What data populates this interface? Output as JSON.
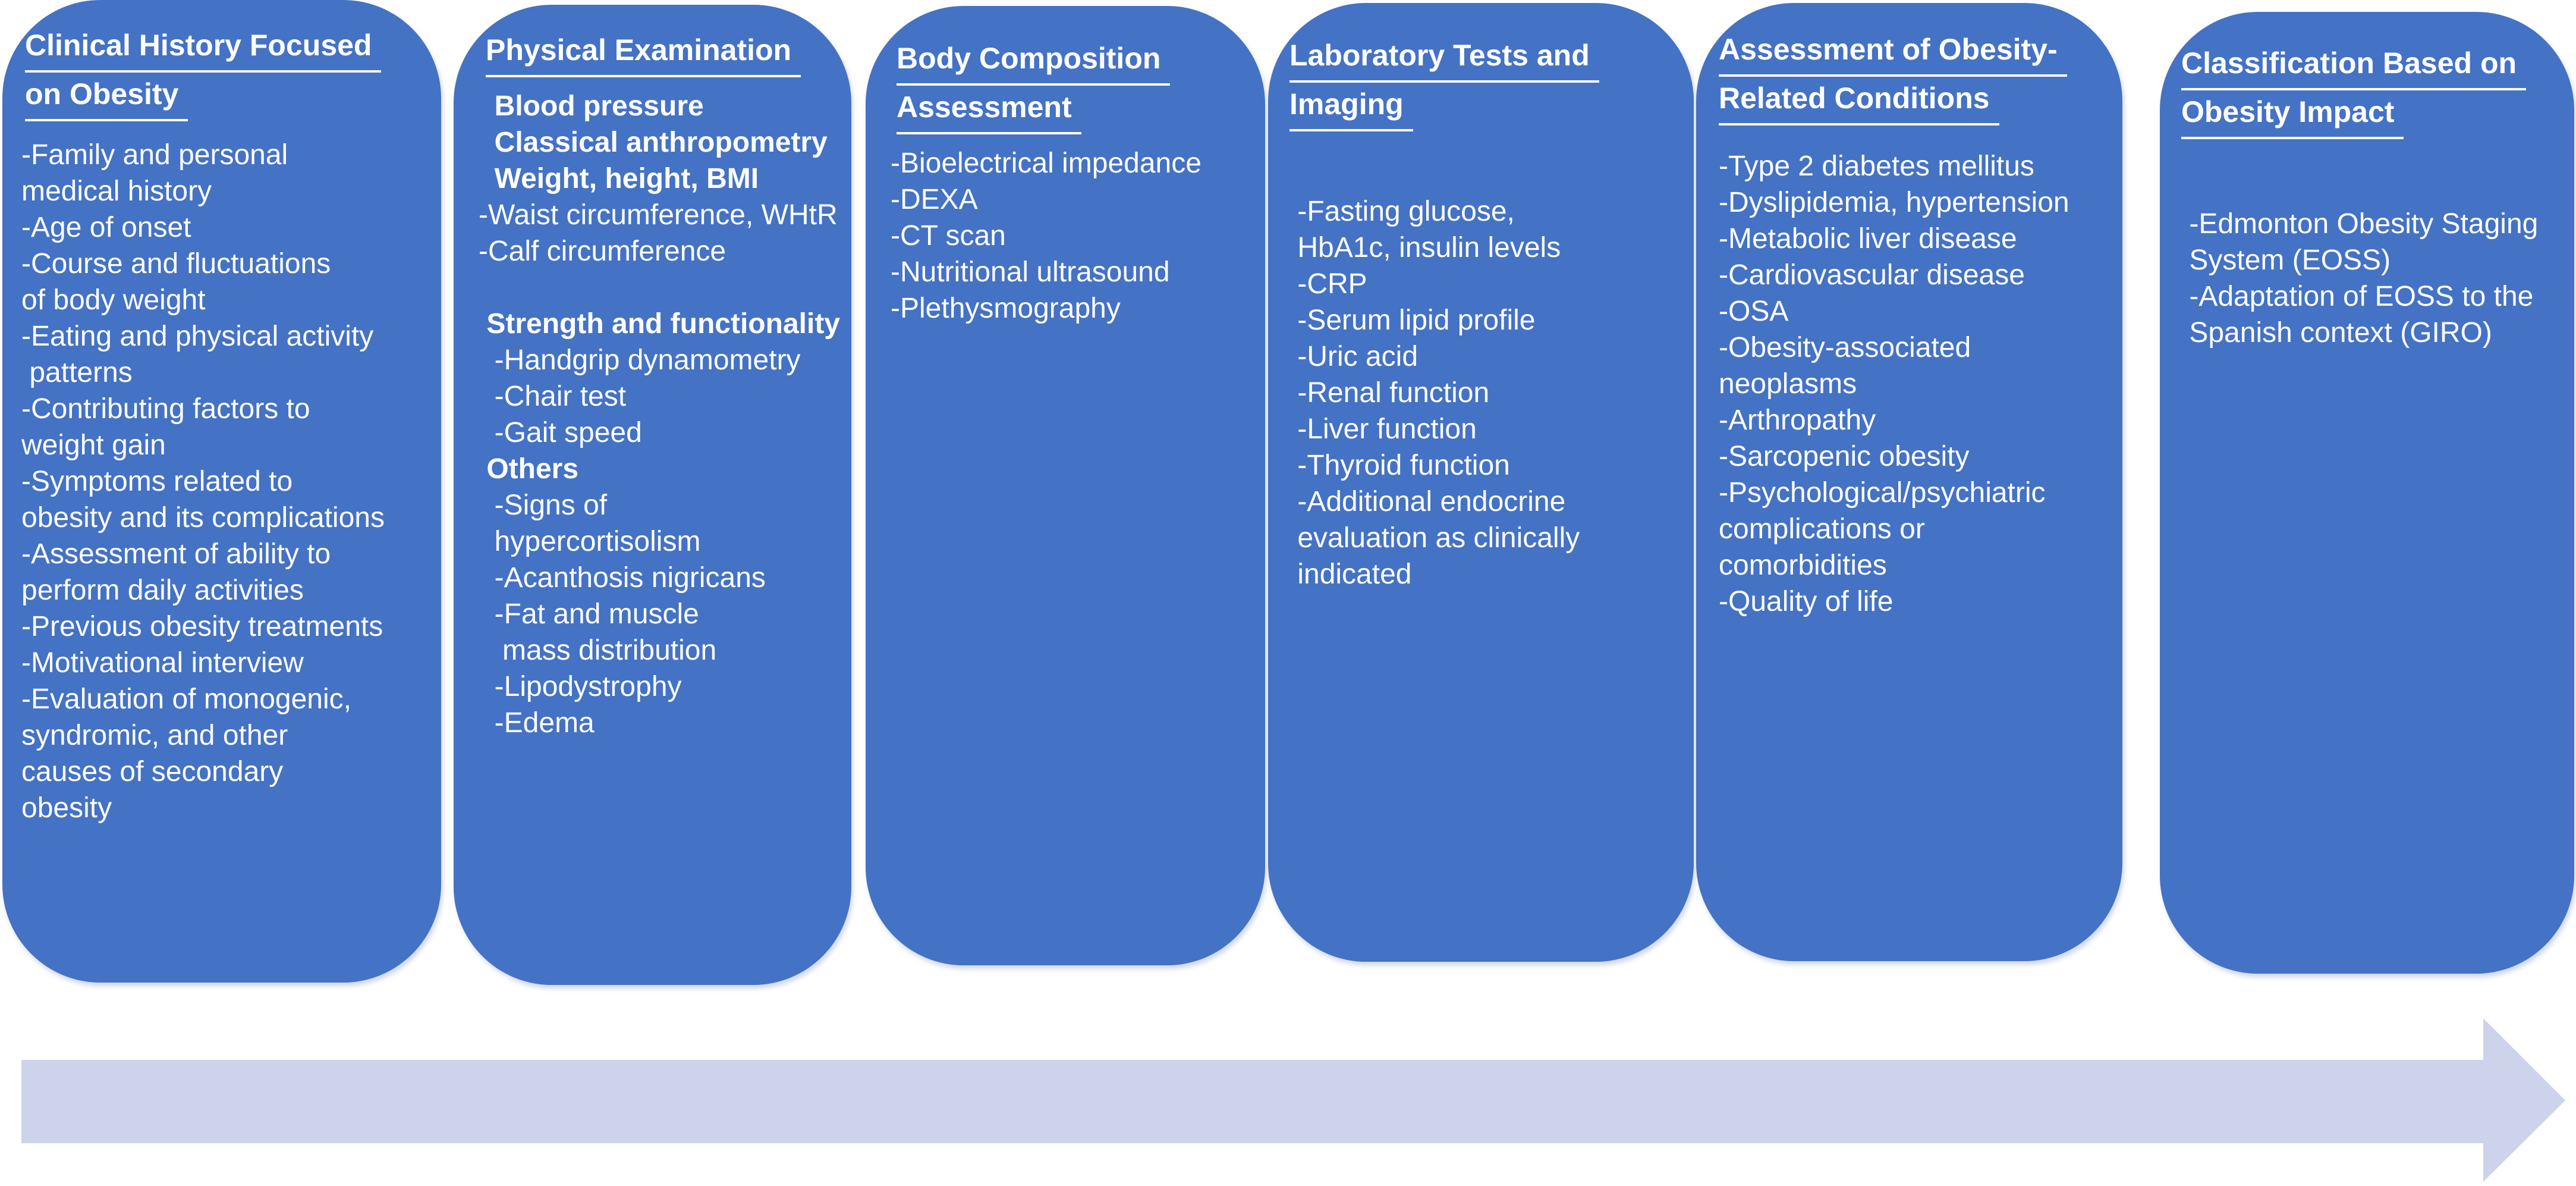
{
  "colors": {
    "panel_fill": "#4472C4",
    "panel_text": "#FFFFFF",
    "arrow_fill": "#CDD3EA",
    "background": "#FFFFFF"
  },
  "panels": [
    {
      "id": "clinical-history",
      "title_lines": [
        "Clinical History Focused",
        "on Obesity"
      ],
      "lines": [
        {
          "t": "-Family and personal"
        },
        {
          "t": "medical history"
        },
        {
          "t": "-Age of onset"
        },
        {
          "t": "-Course and fluctuations"
        },
        {
          "t": "of body weight"
        },
        {
          "t": "-Eating and physical activity"
        },
        {
          "t": " patterns"
        },
        {
          "t": "-Contributing factors to"
        },
        {
          "t": "weight gain"
        },
        {
          "t": "-Symptoms related to"
        },
        {
          "t": "obesity and its complications"
        },
        {
          "t": "-Assessment of ability to"
        },
        {
          "t": "perform daily activities"
        },
        {
          "t": "-Previous obesity treatments"
        },
        {
          "t": "-Motivational interview"
        },
        {
          "t": "-Evaluation of monogenic,"
        },
        {
          "t": "syndromic, and other"
        },
        {
          "t": "causes of secondary"
        },
        {
          "t": "obesity"
        }
      ]
    },
    {
      "id": "physical-examination",
      "title_lines": [
        "Physical Examination"
      ],
      "lines": [
        {
          "t": "  Blood pressure",
          "b": true
        },
        {
          "t": "  Classical anthropometry",
          "b": true
        },
        {
          "t": "  Weight, height, BMI",
          "b": true
        },
        {
          "t": "-Waist circumference, WHtR"
        },
        {
          "t": "-Calf circumference"
        },
        {
          "t": ""
        },
        {
          "t": " Strength and functionality",
          "b": true
        },
        {
          "t": "  -Handgrip dynamometry"
        },
        {
          "t": "  -Chair test"
        },
        {
          "t": "  -Gait speed"
        },
        {
          "t": " Others",
          "b": true
        },
        {
          "t": "  -Signs of"
        },
        {
          "t": "  hypercortisolism"
        },
        {
          "t": "  -Acanthosis nigricans"
        },
        {
          "t": "  -Fat and muscle"
        },
        {
          "t": "   mass distribution"
        },
        {
          "t": "  -Lipodystrophy"
        },
        {
          "t": "  -Edema"
        }
      ]
    },
    {
      "id": "body-composition",
      "title_lines": [
        "Body Composition",
        "Assessment"
      ],
      "lines": [
        {
          "t": "-Bioelectrical impedance"
        },
        {
          "t": "-DEXA"
        },
        {
          "t": "-CT scan"
        },
        {
          "t": "-Nutritional ultrasound"
        },
        {
          "t": "-Plethysmography"
        }
      ]
    },
    {
      "id": "laboratory-tests-imaging",
      "title_lines": [
        "Laboratory Tests and",
        "Imaging"
      ],
      "lines": [
        {
          "t": " -Fasting glucose,"
        },
        {
          "t": " HbA1c, insulin levels"
        },
        {
          "t": " -CRP"
        },
        {
          "t": " -Serum lipid profile"
        },
        {
          "t": " -Uric acid"
        },
        {
          "t": " -Renal function"
        },
        {
          "t": " -Liver function"
        },
        {
          "t": " -Thyroid function"
        },
        {
          "t": " -Additional endocrine"
        },
        {
          "t": " evaluation as clinically"
        },
        {
          "t": " indicated"
        }
      ]
    },
    {
      "id": "obesity-related-conditions",
      "title_lines": [
        "Assessment of Obesity-",
        "Related Conditions"
      ],
      "lines": [
        {
          "t": "-Type 2 diabetes mellitus"
        },
        {
          "t": "-Dyslipidemia, hypertension"
        },
        {
          "t": "-Metabolic liver disease"
        },
        {
          "t": "-Cardiovascular disease"
        },
        {
          "t": "-OSA"
        },
        {
          "t": "-Obesity-associated"
        },
        {
          "t": "neoplasms"
        },
        {
          "t": "-Arthropathy"
        },
        {
          "t": "-Sarcopenic obesity"
        },
        {
          "t": "-Psychological/psychiatric"
        },
        {
          "t": "complications or"
        },
        {
          "t": "comorbidities"
        },
        {
          "t": "-Quality of life"
        }
      ]
    },
    {
      "id": "classification-obesity-impact",
      "title_lines": [
        "Classification Based on",
        "Obesity Impact"
      ],
      "lines": [
        {
          "t": " -Edmonton Obesity Staging"
        },
        {
          "t": " System (EOSS)"
        },
        {
          "t": " -Adaptation of EOSS to the"
        },
        {
          "t": " Spanish context (GIRO)"
        }
      ]
    }
  ],
  "arrow": {
    "name": "process-flow-arrow",
    "direction": "right",
    "fill": "#CDD3EA"
  }
}
